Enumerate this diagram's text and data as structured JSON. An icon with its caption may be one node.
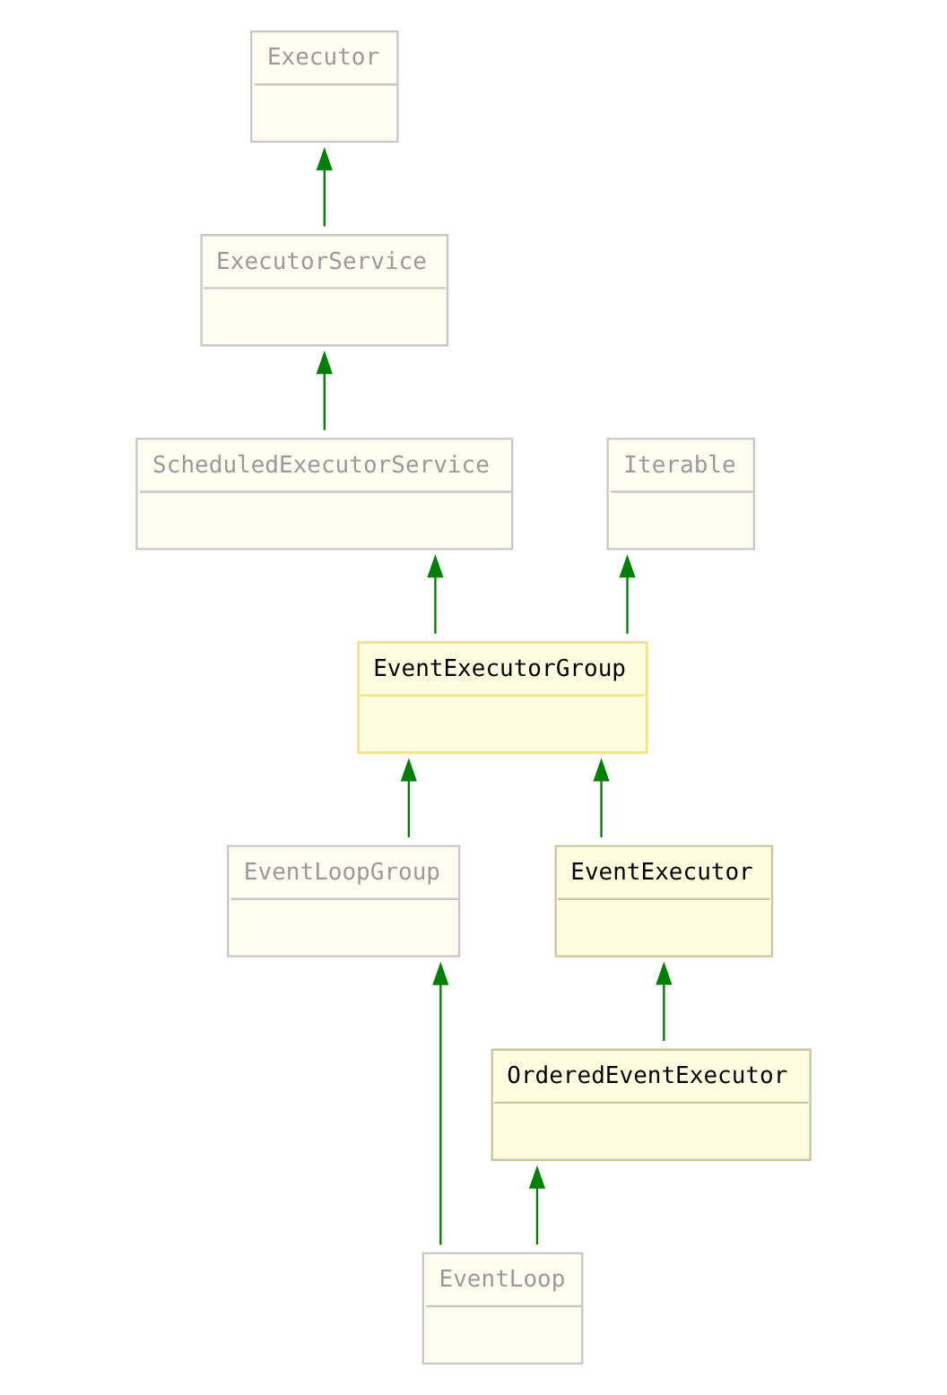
{
  "diagram": {
    "nodes": [
      {
        "text": [
          "Executor"
        ]
      },
      {
        "text": [
          "ExecutorService"
        ]
      },
      {
        "text": [
          "ScheduledExecutorService"
        ]
      },
      {
        "text": [
          "Iterable"
        ]
      },
      {
        "text": [
          "EventExecutorGroup"
        ]
      },
      {
        "text": [
          "EventExecutor"
        ]
      },
      {
        "text": [
          "EventLoopGroup"
        ]
      },
      {
        "text": [
          "OrderedEventExecutor"
        ]
      },
      {
        "text": [
          "EventLoop"
        ]
      }
    ],
    "edges": [
      {
        "from": 1,
        "to": 0,
        "arrow": "to"
      },
      {
        "from": 2,
        "to": 1,
        "arrow": "to"
      },
      {
        "from": 4,
        "to": 2,
        "arrow": "to"
      },
      {
        "from": 4,
        "to": 3,
        "arrow": "to"
      },
      {
        "from": 5,
        "to": 4,
        "arrow": "to"
      },
      {
        "from": 6,
        "to": 4,
        "arrow": "to"
      },
      {
        "from": 7,
        "to": 5,
        "arrow": "to"
      },
      {
        "from": 8,
        "to": 7,
        "arrow": "to"
      },
      {
        "from": 8,
        "to": 6,
        "arrow": "to"
      }
    ]
  }
}
